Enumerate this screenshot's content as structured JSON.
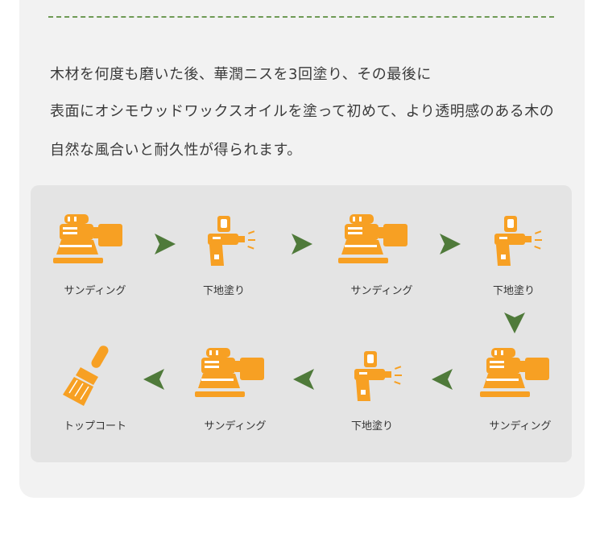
{
  "description": {
    "lines": [
      "木材を何度も磨いた後、華潤ニスを3回塗り、その最後に",
      "表面にオシモウッドワックスオイルを塗って初めて、より透明感のある木の",
      "自然な風合いと耐久性が得られます。"
    ]
  },
  "colors": {
    "icon": "#f7a023",
    "arrow": "#4f7a3a",
    "divider": "#6e9a55",
    "panel": "#e4e4e4"
  },
  "steps": [
    {
      "label": "サンディング",
      "icon": "sander-icon"
    },
    {
      "label": "下地塗り",
      "icon": "spray-gun-icon"
    },
    {
      "label": "サンディング",
      "icon": "sander-icon"
    },
    {
      "label": "下地塗り",
      "icon": "spray-gun-icon"
    },
    {
      "label": "サンディング",
      "icon": "sander-icon"
    },
    {
      "label": "下地塗り",
      "icon": "spray-gun-icon"
    },
    {
      "label": "サンディング",
      "icon": "sander-icon"
    },
    {
      "label": "トップコート",
      "icon": "paintbrush-icon"
    }
  ]
}
